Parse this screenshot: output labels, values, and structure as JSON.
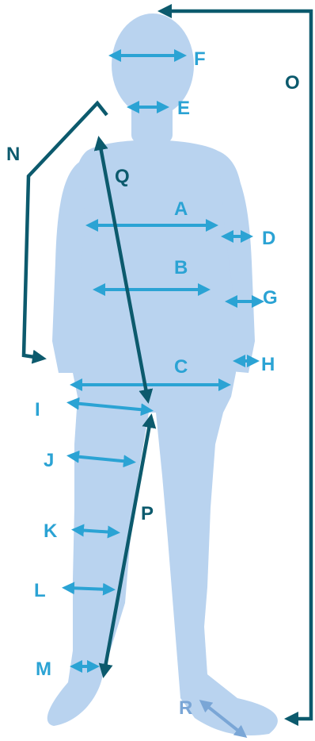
{
  "colors": {
    "body": "#b9d3ef",
    "accent_light": "#2ba3d4",
    "accent_dark": "#0c5a6d",
    "foot_arrow": "#7aa6d6",
    "background": "#ffffff"
  },
  "labels": {
    "A": "A",
    "B": "B",
    "C": "C",
    "D": "D",
    "E": "E",
    "F": "F",
    "G": "G",
    "H": "H",
    "I": "I",
    "J": "J",
    "K": "K",
    "L": "L",
    "M": "M",
    "N": "N",
    "O": "O",
    "P": "P",
    "Q": "Q",
    "R": "R"
  }
}
